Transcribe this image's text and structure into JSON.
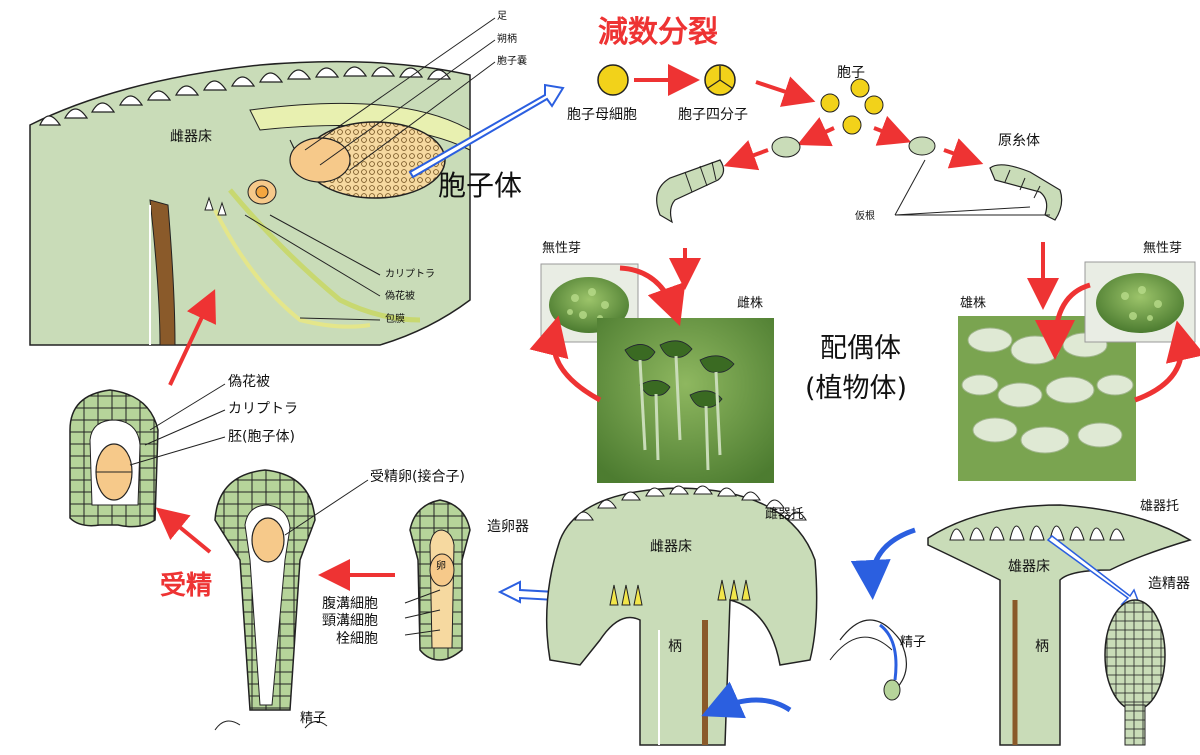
{
  "colors": {
    "thallus": "#c9dcb8",
    "outline": "#222222",
    "spore_yellow": "#f2d21a",
    "embryo": "#f6c98a",
    "wall_green": "#b6d49a",
    "red_arrow": "#ee3333",
    "blue_arrow": "#2b5fe0",
    "photo_green": "#5f9a3a",
    "photo_light": "#dfe9d4"
  },
  "labels": {
    "meiosis": "減数分裂",
    "foot": "足",
    "seta": "朔柄",
    "capsule": "胞子嚢",
    "sporophyte": "胞子体",
    "spore_mother_cell": "胞子母細胞",
    "spore_tetrad": "胞子四分子",
    "spore": "胞子",
    "protonema": "原糸体",
    "rhizoid": "仮根",
    "archegoniophore_disc_top": "雌器床",
    "calyptra_top": "カリプトラ",
    "pseudoperianth_top": "偽花被",
    "involucre": "包膜",
    "gemmae_left": "無性芽",
    "gemmae_right": "無性芽",
    "female_plant": "雌株",
    "male_plant": "雄株",
    "gametophyte_line1": "配偶体",
    "gametophyte_line2": "(植物体)",
    "pseudoperianth": "偽花被",
    "calyptra": "カリプトラ",
    "embryo": "胚(胞子体)",
    "zygote": "受精卵(接合子)",
    "fertilization": "受精",
    "archegonium": "造卵器",
    "egg": "卵",
    "ventral_canal_cell": "腹溝細胞",
    "neck_canal_cell": "頸溝細胞",
    "cover_cell": "栓細胞",
    "sperm_bottom": "精子",
    "archegoniophore": "雌器托",
    "female_disc": "雌器床",
    "stalk_female": "柄",
    "sperm": "精子",
    "antheridiophore": "雄器托",
    "male_disc": "雄器床",
    "stalk_male": "柄",
    "antheridium": "造精器"
  }
}
